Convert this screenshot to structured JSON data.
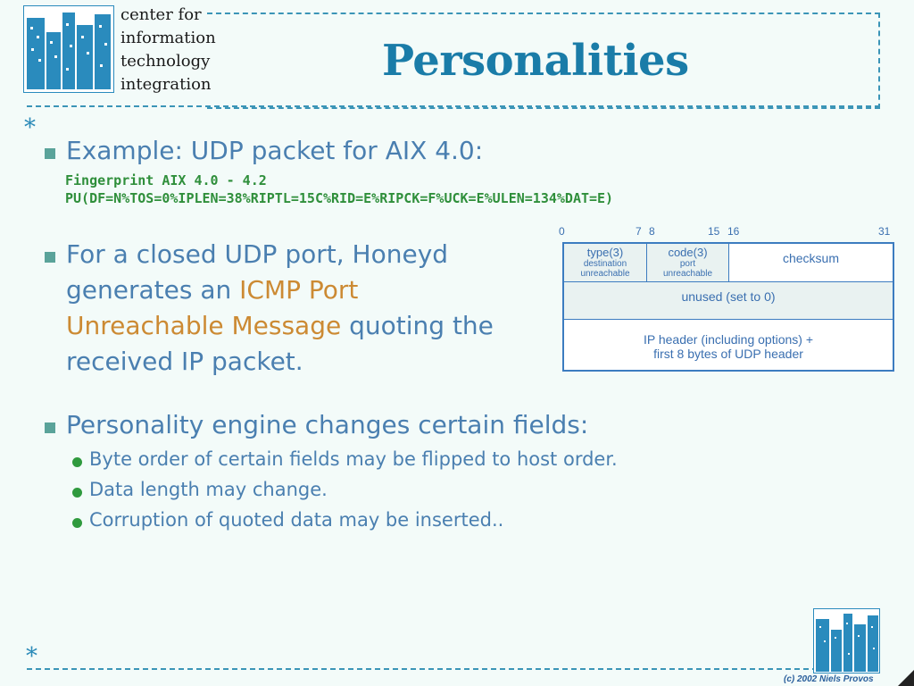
{
  "header": {
    "org_lines": [
      "center for",
      "information",
      "technology",
      "integration"
    ],
    "title": "Personalities"
  },
  "bullets": {
    "b1": {
      "text": "Example: UDP packet for AIX 4.0:",
      "code_lines": [
        "Fingerprint AIX 4.0 - 4.2",
        "PU(DF=N%TOS=0%IPLEN=38%RIPTL=15C%RID=E%RIPCK=F%UCK=E%ULEN=134%DAT=E)"
      ]
    },
    "b2": {
      "part1": "For a closed UDP port, Honeyd",
      "part2": "generates an ",
      "highlight1": "ICMP Port",
      "highlight2": "Unreachable Message",
      "part3": " quoting the",
      "part4": "received IP packet."
    },
    "b3": {
      "text": "Personality engine changes certain fields:",
      "sub": [
        "Byte order of certain fields may be flipped to host order.",
        "Data length may change.",
        "Corruption of quoted data may be inserted.."
      ]
    }
  },
  "diagram": {
    "ruler": [
      "0",
      "7",
      "8",
      "15",
      "16",
      "31"
    ],
    "type_label": "type(3)",
    "type_sub1": "destination",
    "type_sub2": "unreachable",
    "code_label": "code(3)",
    "code_sub1": "port",
    "code_sub2": "unreachable",
    "checksum": "checksum",
    "unused": "unused (set to 0)",
    "ip_line1": "IP header (including options) +",
    "ip_line2": "first 8 bytes of UDP header"
  },
  "footer": {
    "copyright": "(c) 2002 Niels Provos"
  },
  "colors": {
    "accent": "#1a7ca8",
    "text": "#4a7fb0",
    "highlight": "#cc8a33",
    "code": "#2f8f3b"
  }
}
